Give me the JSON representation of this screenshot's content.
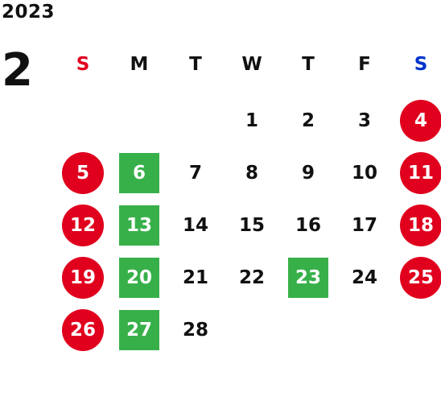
{
  "year": "2023",
  "month": "2",
  "weekdays": [
    {
      "label": "S",
      "color": "#e0001e"
    },
    {
      "label": "M",
      "color": "#111111"
    },
    {
      "label": "T",
      "color": "#111111"
    },
    {
      "label": "W",
      "color": "#111111"
    },
    {
      "label": "T",
      "color": "#111111"
    },
    {
      "label": "F",
      "color": "#111111"
    },
    {
      "label": "S",
      "color": "#0033cc"
    }
  ],
  "days": [
    {
      "n": "1",
      "row": 1,
      "col": 3,
      "mark": "none"
    },
    {
      "n": "2",
      "row": 1,
      "col": 4,
      "mark": "none"
    },
    {
      "n": "3",
      "row": 1,
      "col": 5,
      "mark": "none"
    },
    {
      "n": "4",
      "row": 1,
      "col": 6,
      "mark": "holiday"
    },
    {
      "n": "5",
      "row": 2,
      "col": 0,
      "mark": "holiday"
    },
    {
      "n": "6",
      "row": 2,
      "col": 1,
      "mark": "special"
    },
    {
      "n": "7",
      "row": 2,
      "col": 2,
      "mark": "none"
    },
    {
      "n": "8",
      "row": 2,
      "col": 3,
      "mark": "none"
    },
    {
      "n": "9",
      "row": 2,
      "col": 4,
      "mark": "none"
    },
    {
      "n": "10",
      "row": 2,
      "col": 5,
      "mark": "none"
    },
    {
      "n": "11",
      "row": 2,
      "col": 6,
      "mark": "holiday"
    },
    {
      "n": "12",
      "row": 3,
      "col": 0,
      "mark": "holiday"
    },
    {
      "n": "13",
      "row": 3,
      "col": 1,
      "mark": "special"
    },
    {
      "n": "14",
      "row": 3,
      "col": 2,
      "mark": "none"
    },
    {
      "n": "15",
      "row": 3,
      "col": 3,
      "mark": "none"
    },
    {
      "n": "16",
      "row": 3,
      "col": 4,
      "mark": "none"
    },
    {
      "n": "17",
      "row": 3,
      "col": 5,
      "mark": "none"
    },
    {
      "n": "18",
      "row": 3,
      "col": 6,
      "mark": "holiday"
    },
    {
      "n": "19",
      "row": 4,
      "col": 0,
      "mark": "holiday"
    },
    {
      "n": "20",
      "row": 4,
      "col": 1,
      "mark": "special"
    },
    {
      "n": "21",
      "row": 4,
      "col": 2,
      "mark": "none"
    },
    {
      "n": "22",
      "row": 4,
      "col": 3,
      "mark": "none"
    },
    {
      "n": "23",
      "row": 4,
      "col": 4,
      "mark": "special"
    },
    {
      "n": "24",
      "row": 4,
      "col": 5,
      "mark": "none"
    },
    {
      "n": "25",
      "row": 4,
      "col": 6,
      "mark": "holiday"
    },
    {
      "n": "26",
      "row": 5,
      "col": 0,
      "mark": "holiday"
    },
    {
      "n": "27",
      "row": 5,
      "col": 1,
      "mark": "special"
    },
    {
      "n": "28",
      "row": 5,
      "col": 2,
      "mark": "none"
    }
  ],
  "colors": {
    "holiday": "#e0001e",
    "special": "#38b04a",
    "text": "#111111"
  }
}
